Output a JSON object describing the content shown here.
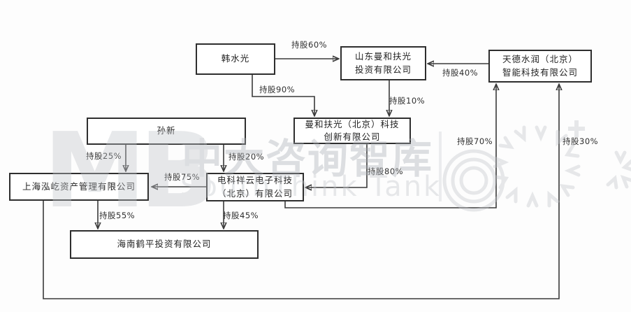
{
  "diagram": {
    "type": "equity-structure-chart",
    "nodes": {
      "han_shuiguang": {
        "label": "韩水光"
      },
      "shandong_manhe": {
        "label": "山东曼和扶光\n投资有限公司"
      },
      "tiande_shuirun": {
        "label": "天德水润（北京）\n智能科技有限公司"
      },
      "sun_xin": {
        "label": "孙新"
      },
      "manhe_beijing": {
        "label": "曼和扶光（北京）科技\n创新有限公司"
      },
      "shanghai_hongyi": {
        "label": "上海泓屹资产管理有限公司"
      },
      "dianke_xiangyun": {
        "label": "电科祥云电子科技\n（北京）有限公司"
      },
      "hainan_heping": {
        "label": "海南鹤平投资有限公司"
      }
    },
    "edges": {
      "han_to_shandong": {
        "label": "持股60%",
        "from": "韩水光",
        "to": "山东曼和扶光投资有限公司"
      },
      "han_to_manhebj": {
        "label": "持股90%",
        "from": "韩水光",
        "to": "曼和扶光（北京）科技创新有限公司"
      },
      "shandong_to_manhebj": {
        "label": "持股10%",
        "from": "山东曼和扶光投资有限公司",
        "to": "曼和扶光（北京）科技创新有限公司"
      },
      "tiande_to_shandong": {
        "label": "持股40%",
        "from": "天德水润（北京）智能科技有限公司",
        "to": "山东曼和扶光投资有限公司"
      },
      "sun_to_shanghai": {
        "label": "持股25%",
        "from": "孙新",
        "to": "上海泓屹资产管理有限公司"
      },
      "sun_to_dianke": {
        "label": "持股20%",
        "from": "孙新",
        "to": "电科祥云电子科技（北京）有限公司"
      },
      "dianke_to_shanghai": {
        "label": "持股75%",
        "from": "电科祥云电子科技（北京）有限公司",
        "to": "上海泓屹资产管理有限公司"
      },
      "manhebj_to_dianke": {
        "label": "持股80%",
        "from": "曼和扶光（北京）科技创新有限公司",
        "to": "电科祥云电子科技（北京）有限公司"
      },
      "shanghai_to_hainan": {
        "label": "持股55%",
        "from": "上海泓屹资产管理有限公司",
        "to": "海南鹤平投资有限公司"
      },
      "dianke_to_hainan": {
        "label": "持股45%",
        "from": "电科祥云电子科技（北京）有限公司",
        "to": "海南鹤平投资有限公司"
      },
      "dianke_to_tiande": {
        "label": "持股70%",
        "from": "电科祥云电子科技（北京）有限公司",
        "to": "天德水润（北京）智能科技有限公司"
      },
      "shanghai_to_tiande": {
        "label": "持股30%",
        "from": "上海泓屹资产管理有限公司",
        "to": "天德水润（北京）智能科技有限公司"
      }
    }
  },
  "watermark": {
    "letters": "MB",
    "cn_text": "中大咨询智库",
    "en_text": "SouthThink Tank"
  },
  "colors": {
    "line": "#3a3a3a",
    "box_border": "#2e2e2e",
    "box_bg": "#ffffff",
    "watermark": "#c2c6cb"
  }
}
